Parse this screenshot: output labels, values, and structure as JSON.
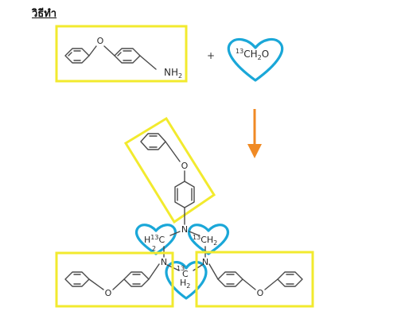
{
  "header": {
    "title": "วิธีทำ"
  },
  "reaction": {
    "reactant_amine_label": "NH",
    "reactant_amine_subscript": "2",
    "plus_sign": "+",
    "reagent_isotope": "13",
    "reagent_formula_a": "CH",
    "reagent_formula_sub": "2",
    "reagent_formula_b": "O"
  },
  "product": {
    "center_N": "N",
    "left_N": "N",
    "right_N": "N",
    "O_atom": "O",
    "left_ch2_H": "H",
    "left_ch2_sub": "2",
    "left_ch2_iso": "13",
    "left_ch2_C": "C",
    "right_ch2_iso": "13",
    "right_ch2_CH": "CH",
    "right_ch2_sub": "2",
    "bottom_ch2_iso": "13",
    "bottom_ch2_C": "C",
    "bottom_ch2_H": "H",
    "bottom_ch2_sub": "2"
  },
  "colors": {
    "highlight_box": "#f2ea2e",
    "heart_outline": "#1aa7d8",
    "arrow": "#f08a24",
    "bond": "#4a4a4a"
  }
}
